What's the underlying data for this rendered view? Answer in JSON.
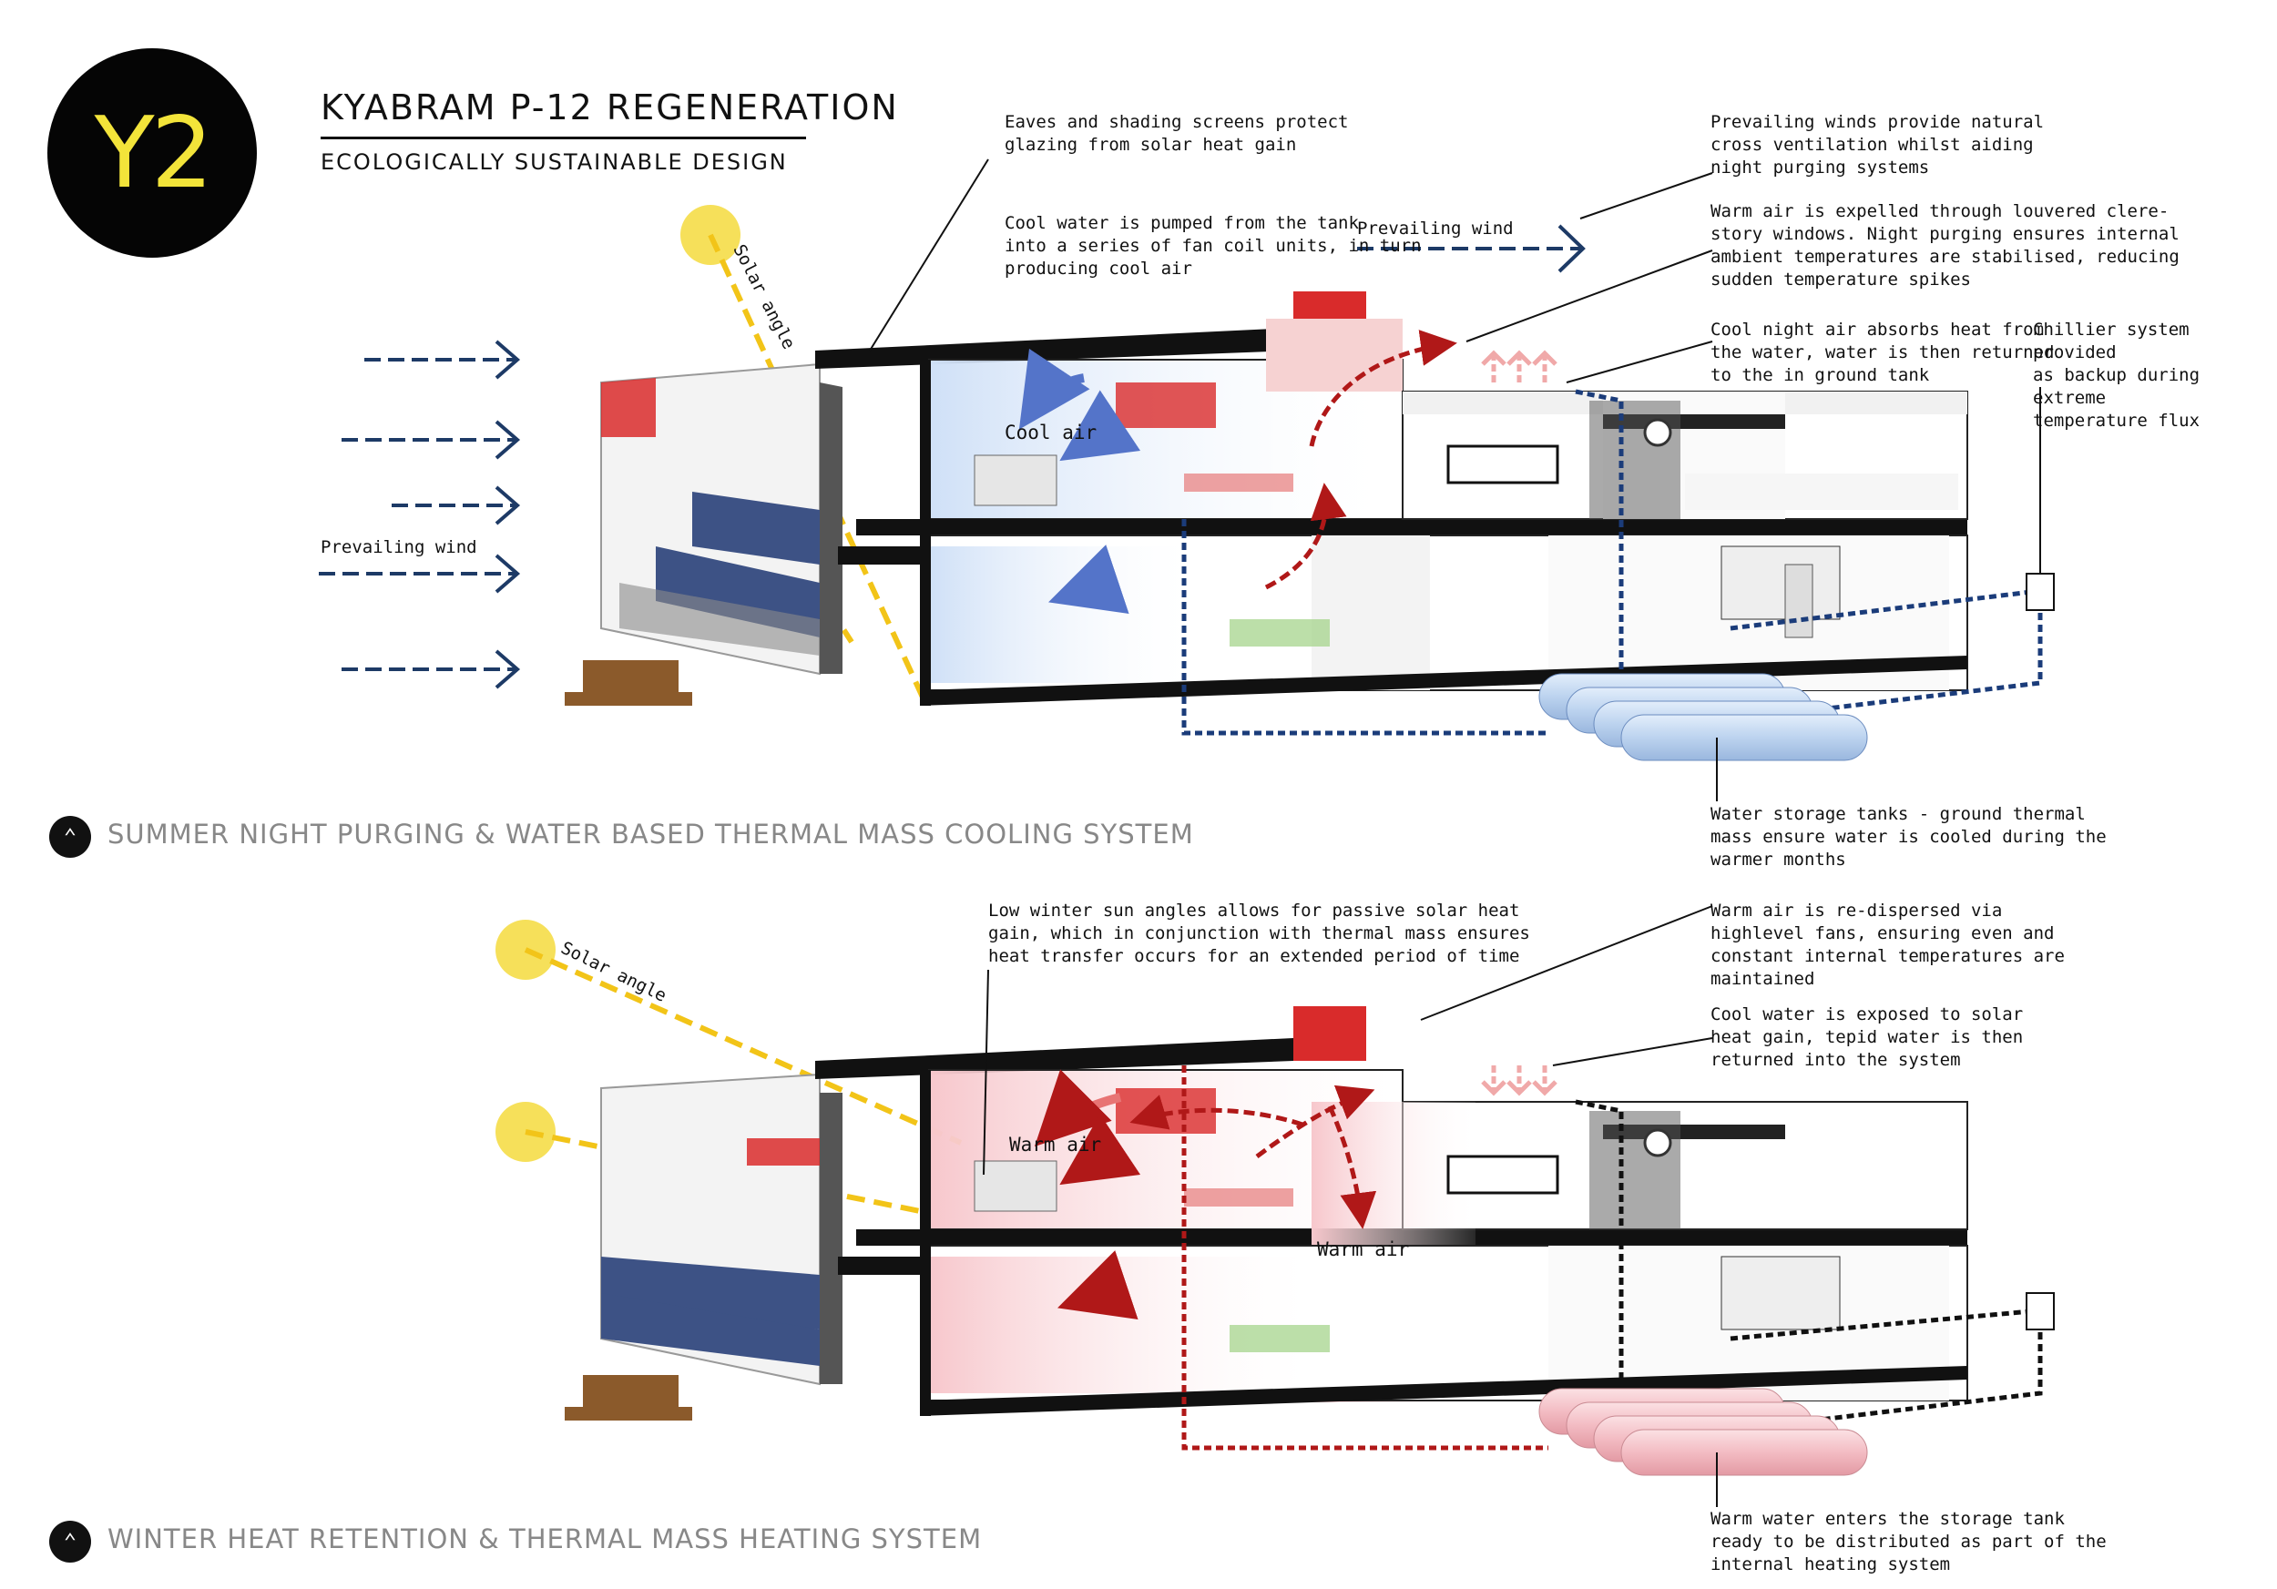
{
  "header": {
    "logo_text": "Y2",
    "title": "KYABRAM P-12 REGENERATION",
    "subtitle": "ECOLOGICALLY SUSTAINABLE DESIGN"
  },
  "summer": {
    "section_title": "SUMMER NIGHT PURGING & WATER BASED THERMAL MASS COOLING SYSTEM",
    "solar_angle_label": "Solar angle",
    "prevailing_wind_left": "Prevailing wind",
    "prevailing_wind_top": "Prevailing wind",
    "cool_air_label": "Cool air",
    "notes": {
      "eaves": "Eaves and shading screens protect\nglazing from solar heat gain",
      "cool_water": "Cool water is pumped from the tank\ninto a series of fan coil units, in turn\nproducing cool air",
      "prevailing_winds": "Prevailing winds provide natural\ncross ventilation whilst aiding\nnight purging systems",
      "warm_air_expelled": "Warm air is expelled through louvered clere-\nstory windows. Night purging ensures internal\nambient temperatures are stabilised, reducing\nsudden temperature spikes",
      "cool_night_air": "Cool night air absorbs heat from\nthe water, water is then returned\nto the in ground tank",
      "chillier": "Chillier system provided\nas backup during extreme\ntemperature flux",
      "storage_tanks": "Water storage tanks - ground thermal\nmass ensure water is cooled during the\nwarmer months"
    }
  },
  "winter": {
    "section_title": "WINTER HEAT RETENTION & THERMAL MASS HEATING SYSTEM",
    "solar_angle_label": "Solar angle",
    "warm_air_label_1": "Warm air",
    "warm_air_label_2": "Warm air",
    "notes": {
      "low_sun": "Low winter sun angles allows for passive solar heat\ngain, which in conjunction with thermal mass ensures\nheat transfer occurs for an extended period of time",
      "redispersed": "Warm air is re-dispersed via\nhighlevel fans, ensuring even and\nconstant internal temperatures are\nmaintained",
      "cool_water_exposed": "Cool water is exposed to solar\nheat gain, tepid water is then\nreturned into the system",
      "warm_water_tank": "Warm water enters the storage tank\nready to be distributed as part of the\ninternal heating system"
    }
  },
  "colors": {
    "sun": "#f6e05a",
    "solar_ray": "#f2c418",
    "wind": "#1d3a66",
    "cool_water": "#1b3c7a",
    "warm_water": "#b01818",
    "accent_red": "#d42a2a",
    "accent_blue": "#3d5285",
    "cool_tank": "#bcd3ef",
    "warm_tank": "#f3bcc3"
  }
}
